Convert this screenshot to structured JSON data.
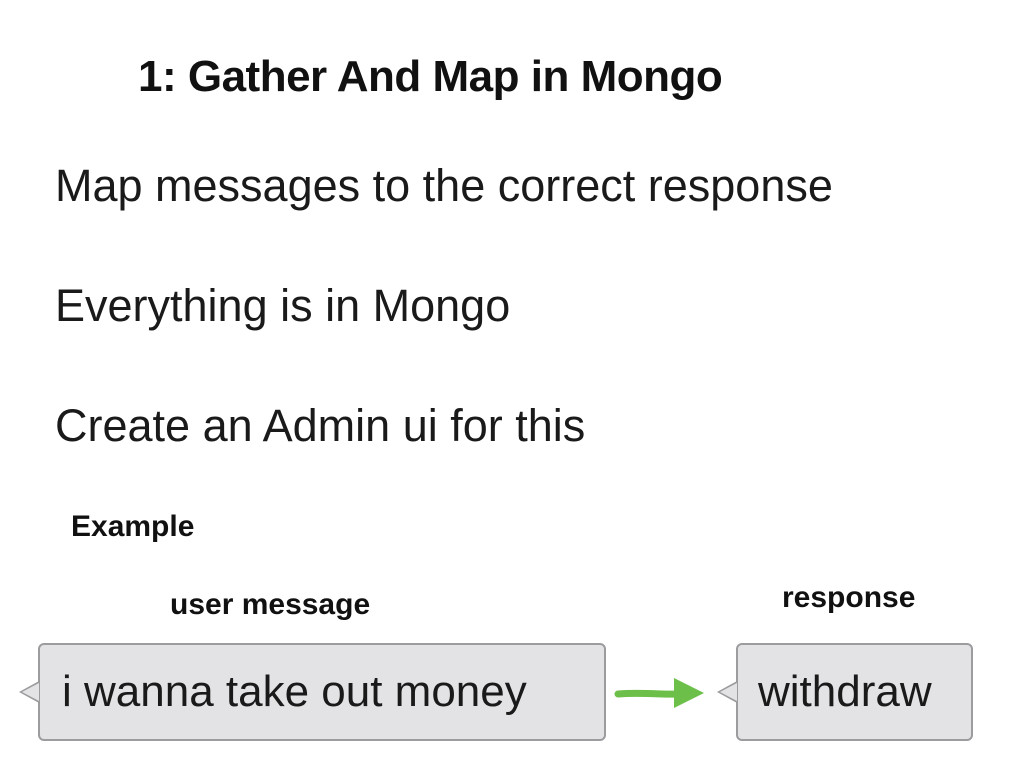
{
  "slide": {
    "title": "1: Gather And Map in Mongo",
    "bullets": [
      "Map messages to the correct response",
      "Everything is in Mongo",
      "Create an Admin ui for this"
    ],
    "example_label": "Example",
    "user_message_label": "user message",
    "response_label": "response",
    "user_bubble_text": "i wanna take out money",
    "response_bubble_text": "withdraw",
    "arrow_color": "#6cc04a",
    "arrow_icon": "right-arrow-icon"
  }
}
